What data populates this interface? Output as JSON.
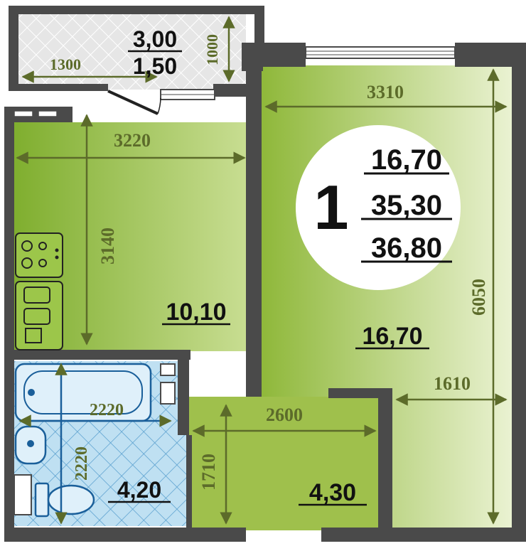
{
  "plan": {
    "rooms_count": "1",
    "summary": {
      "living": "16,70",
      "total": "35,30",
      "total_with_balcony": "36,80"
    },
    "balcony": {
      "area": "3,00",
      "area_reduced": "1,50",
      "width": "1300",
      "depth": "1000"
    },
    "kitchen": {
      "area": "10,10",
      "width": "3220",
      "length": "3140"
    },
    "living_room": {
      "area": "16,70",
      "width": "3310",
      "length": "6050",
      "niche_width": "1610"
    },
    "bathroom": {
      "area": "4,20",
      "width": "2220",
      "length": "2220"
    },
    "hallway": {
      "area": "4,30",
      "width": "2600",
      "length": "1710"
    },
    "colors": {
      "wall": "#4a4a4a",
      "kitchen_floor": "#8fb83a",
      "living_floor": "#a7c85a",
      "hall_floor": "#9fc04c",
      "bath_floor": "#bfe0f2",
      "balcony_floor": "#e6e6e6",
      "dimension": "#5c6b2a"
    }
  }
}
